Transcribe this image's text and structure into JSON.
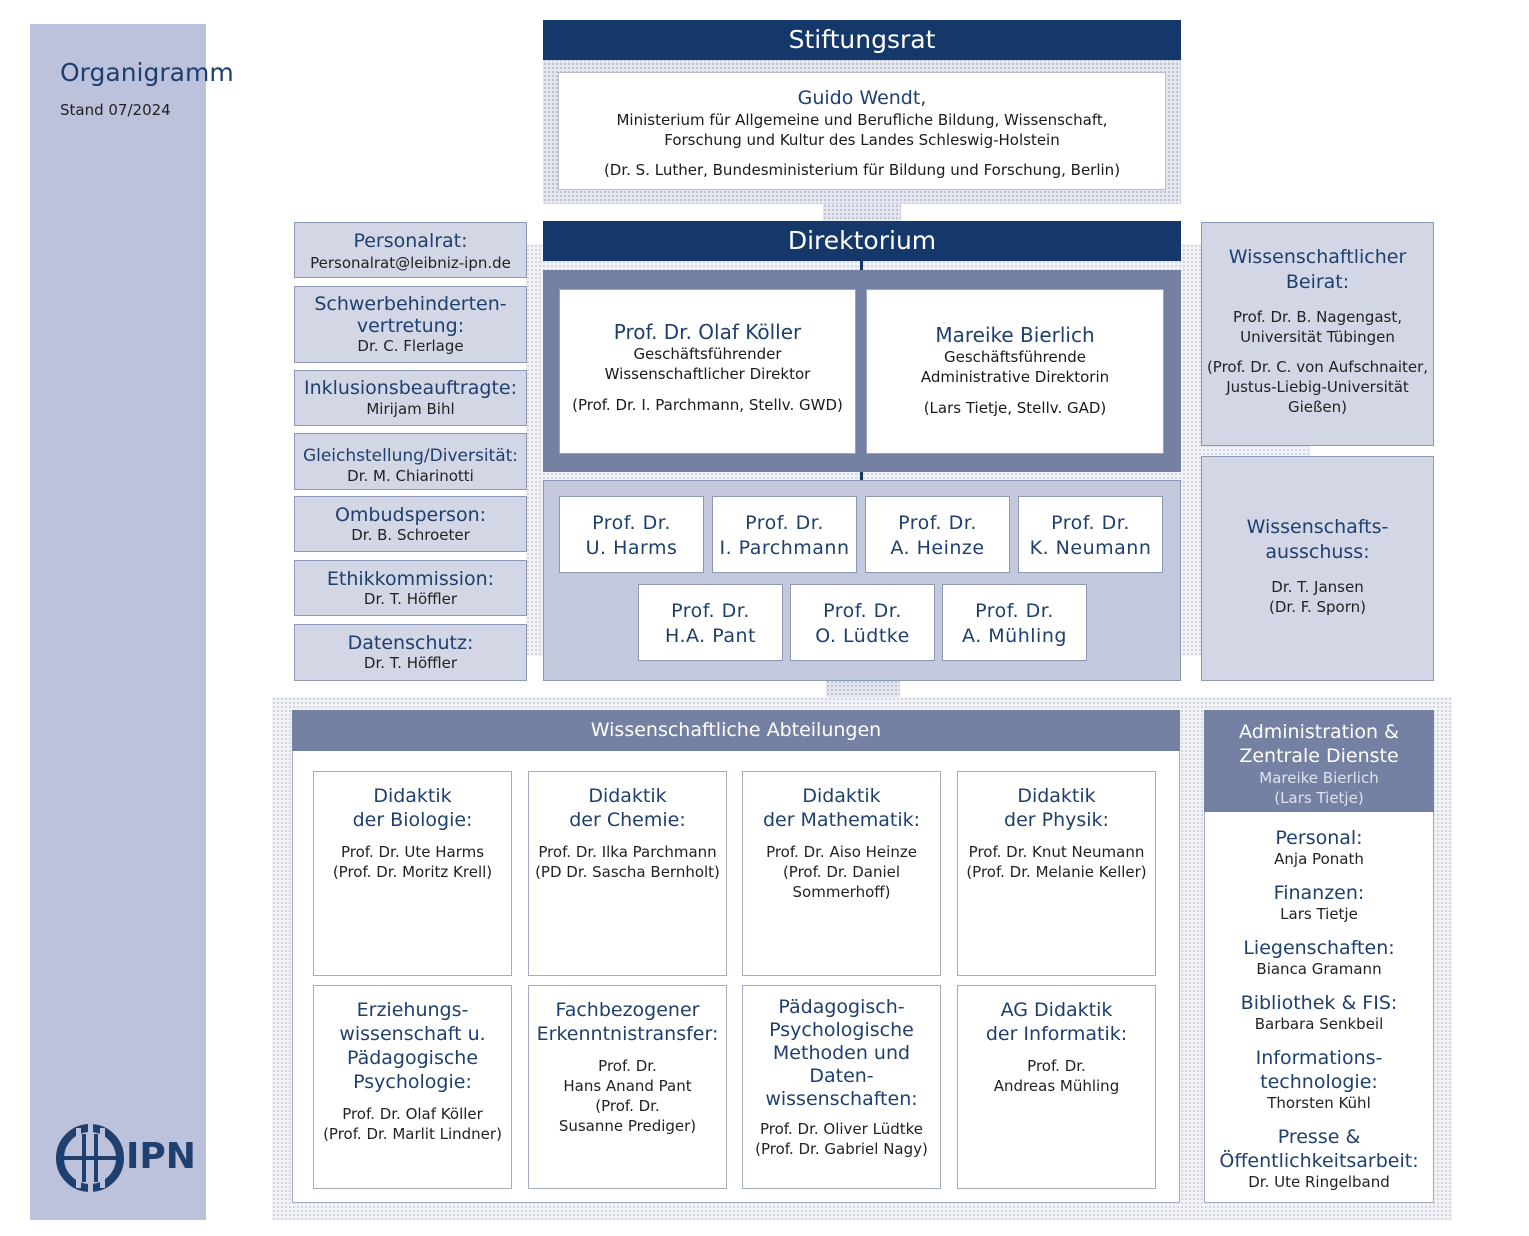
{
  "sidebar": {
    "title": "Organigramm",
    "date": "Stand 07/2024",
    "logo_text": "IPN"
  },
  "stiftungsrat": {
    "header": "Stiftungsrat",
    "name": "Guido Wendt,",
    "line1": "Ministerium für Allgemeine und Berufliche Bildung, Wissenschaft,",
    "line2": "Forschung und Kultur des Landes Schleswig-Holstein",
    "deputy": "(Dr. S. Luther, Bundesministerium für Bildung und Forschung, Berlin)"
  },
  "direktorium": {
    "header": "Direktorium",
    "left": {
      "name": "Prof. Dr. Olaf Köller",
      "role1": "Geschäftsführender",
      "role2": "Wissenschaftlicher Direktor",
      "deputy": "(Prof. Dr. I. Parchmann, Stellv. GWD)"
    },
    "right": {
      "name": "Mareike Bierlich",
      "role1": "Geschäftsführende",
      "role2": "Administrative Direktorin",
      "deputy": "(Lars Tietje, Stellv. GAD)"
    },
    "members": [
      {
        "l1": "Prof. Dr.",
        "l2": "U. Harms"
      },
      {
        "l1": "Prof. Dr.",
        "l2": "I. Parchmann"
      },
      {
        "l1": "Prof. Dr.",
        "l2": "A. Heinze"
      },
      {
        "l1": "Prof. Dr.",
        "l2": "K. Neumann"
      },
      {
        "l1": "Prof. Dr.",
        "l2": "H.A. Pant"
      },
      {
        "l1": "Prof. Dr.",
        "l2": "O. Lüdtke"
      },
      {
        "l1": "Prof. Dr.",
        "l2": "A. Mühling"
      }
    ]
  },
  "left_boxes": [
    {
      "title": "Personalrat:",
      "sub": "Personalrat@leibniz-ipn.de"
    },
    {
      "title": "Schwerbehinderten-",
      "title2": "vertretung:",
      "sub": "Dr. C. Flerlage"
    },
    {
      "title": "Inklusionsbeauftragte:",
      "sub": "Mirijam Bihl"
    },
    {
      "title": "Gleichstellung/Diversität:",
      "sub": "Dr. M. Chiarinotti"
    },
    {
      "title": "Ombudsperson:",
      "sub": "Dr. B. Schroeter"
    },
    {
      "title": "Ethikkommission:",
      "sub": "Dr. T. Höffler"
    },
    {
      "title": "Datenschutz:",
      "sub": "Dr. T. Höffler"
    }
  ],
  "beirat": {
    "title1": "Wissenschaftlicher",
    "title2": "Beirat:",
    "p1": "Prof. Dr. B. Nagengast,",
    "p2": "Universität Tübingen",
    "d1": "(Prof. Dr. C. von Aufschnaiter,",
    "d2": "Justus-Liebig-Universität",
    "d3": "Gießen)"
  },
  "ausschuss": {
    "title1": "Wissenschafts-",
    "title2": "ausschuss:",
    "p1": "Dr. T. Jansen",
    "p2": "(Dr. F. Sporn)"
  },
  "abteilungen": {
    "header": "Wissenschaftliche Abteilungen",
    "depts": [
      {
        "t": [
          "Didaktik",
          "der Biologie:"
        ],
        "s": [
          "Prof. Dr. Ute Harms",
          "(Prof. Dr. Moritz Krell)"
        ]
      },
      {
        "t": [
          "Didaktik",
          "der Chemie:"
        ],
        "s": [
          "Prof. Dr. Ilka Parchmann",
          "(PD Dr. Sascha Bernholt)"
        ]
      },
      {
        "t": [
          "Didaktik",
          "der Mathematik:"
        ],
        "s": [
          "Prof. Dr. Aiso Heinze",
          "(Prof. Dr. Daniel",
          "Sommerhoff)"
        ]
      },
      {
        "t": [
          "Didaktik",
          "der Physik:"
        ],
        "s": [
          "Prof. Dr. Knut Neumann",
          "(Prof. Dr. Melanie Keller)"
        ]
      },
      {
        "t": [
          "Erziehungs-",
          "wissenschaft u.",
          "Pädagogische",
          "Psychologie:"
        ],
        "s": [
          "Prof. Dr. Olaf Köller",
          "(Prof. Dr. Marlit Lindner)"
        ]
      },
      {
        "t": [
          "Fachbezogener",
          "Erkenntnistransfer:"
        ],
        "s": [
          "Prof. Dr.",
          "Hans Anand Pant",
          "(Prof. Dr.",
          "Susanne Prediger)"
        ]
      },
      {
        "t": [
          "Pädagogisch-",
          "Psychologische",
          "Methoden und",
          "Daten-",
          "wissenschaften:"
        ],
        "s": [
          "Prof. Dr. Oliver Lüdtke",
          "(Prof. Dr. Gabriel Nagy)"
        ]
      },
      {
        "t": [
          "AG Didaktik",
          "der Informatik:"
        ],
        "s": [
          "Prof. Dr.",
          "Andreas Mühling"
        ]
      }
    ]
  },
  "administration": {
    "h1": "Administration &",
    "h2": "Zentrale Dienste",
    "h3": "Mareike Bierlich",
    "h4": "(Lars Tietje)",
    "items": [
      {
        "t": [
          "Personal:"
        ],
        "s": "Anja Ponath"
      },
      {
        "t": [
          "Finanzen:"
        ],
        "s": "Lars Tietje"
      },
      {
        "t": [
          "Liegenschaften:"
        ],
        "s": "Bianca Gramann"
      },
      {
        "t": [
          "Bibliothek & FIS:"
        ],
        "s": "Barbara Senkbeil"
      },
      {
        "t": [
          "Informations-",
          "technologie:"
        ],
        "s": "Thorsten Kühl"
      },
      {
        "t": [
          "Presse &",
          "Öffentlichkeitsarbeit:"
        ],
        "s": "Dr. Ute Ringelband"
      }
    ]
  },
  "colors": {
    "navy": "#14386a",
    "text_navy": "#1f3f6e",
    "sidebar": "#bcc1dc",
    "slate": "#7581a3",
    "panel": "#c3c8dc"
  }
}
